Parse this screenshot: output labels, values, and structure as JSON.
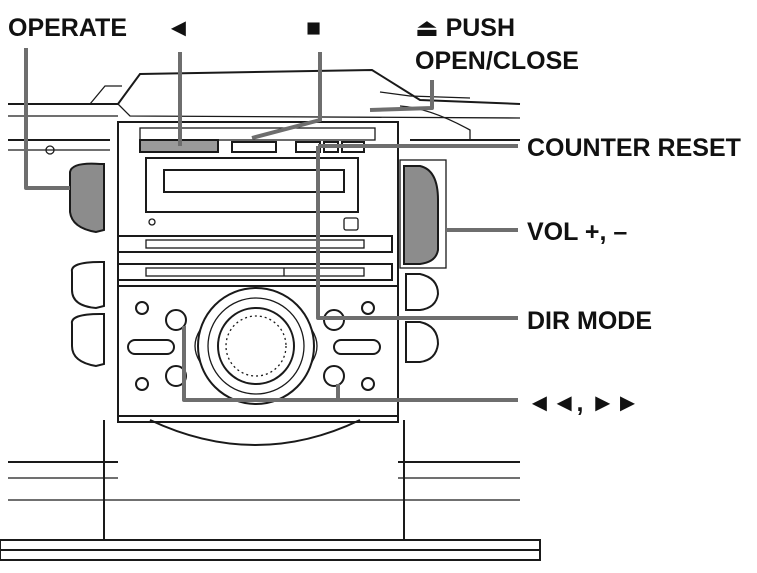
{
  "labels": {
    "operate": "OPERATE",
    "play_reverse": "◄",
    "stop": "■",
    "push": "⏏ PUSH",
    "open_close": "OPEN/CLOSE",
    "counter_reset": "COUNTER RESET",
    "vol": "VOL +, –",
    "dir_mode": "DIR MODE",
    "rew_ff": "◄◄, ►►"
  },
  "colors": {
    "leader": "#6e6e6e",
    "ink": "#1a1a1a",
    "highlight": "#8c8c8c"
  }
}
